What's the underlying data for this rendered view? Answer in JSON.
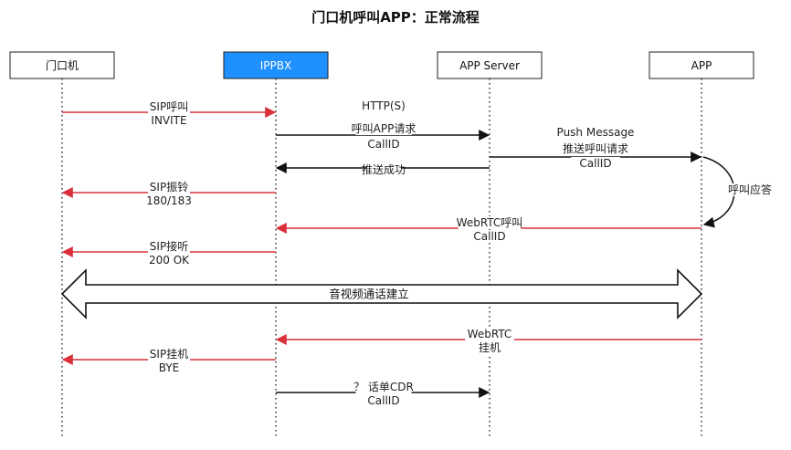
{
  "title": "门口机呼叫APP：正常流程",
  "colors": {
    "red": "#d9303a",
    "black": "#111111",
    "highlight": "#1e90ff"
  },
  "participants": [
    {
      "id": "door",
      "label": "门口机"
    },
    {
      "id": "ippbx",
      "label": "IPPBX",
      "highlight": true
    },
    {
      "id": "server",
      "label": "APP Server"
    },
    {
      "id": "app",
      "label": "APP"
    }
  ],
  "messages": [
    {
      "id": "sip-invite",
      "from": "door",
      "to": "ippbx",
      "color": "red",
      "lines": [
        "SIP呼叫",
        "INVITE"
      ]
    },
    {
      "id": "http-request",
      "from": "ippbx",
      "to": "server",
      "color": "black",
      "lines": [
        "HTTP(S)",
        "呼叫APP请求",
        "CallID"
      ]
    },
    {
      "id": "push-message",
      "from": "server",
      "to": "app",
      "color": "black",
      "lines": [
        "Push Message",
        "推送呼叫请求",
        "CallID"
      ]
    },
    {
      "id": "push-success",
      "from": "server",
      "to": "ippbx",
      "color": "black",
      "lines": [
        "推送成功"
      ]
    },
    {
      "id": "sip-ringing",
      "from": "ippbx",
      "to": "door",
      "color": "red",
      "lines": [
        "SIP振铃",
        "180/183"
      ]
    },
    {
      "id": "webrtc-call",
      "from": "app",
      "to": "ippbx",
      "color": "red",
      "lines": [
        "WebRTC呼叫",
        "CallID"
      ]
    },
    {
      "id": "sip-answer",
      "from": "ippbx",
      "to": "door",
      "color": "red",
      "lines": [
        "SIP接听",
        "200 OK"
      ]
    },
    {
      "id": "webrtc-hangup",
      "from": "app",
      "to": "ippbx",
      "color": "red",
      "lines": [
        "WebRTC",
        "挂机"
      ]
    },
    {
      "id": "sip-bye",
      "from": "ippbx",
      "to": "door",
      "color": "red",
      "lines": [
        "SIP挂机",
        "BYE"
      ]
    },
    {
      "id": "cdr",
      "from": "ippbx",
      "to": "server",
      "color": "black",
      "lines": [
        "？ 话单CDR",
        "CallID"
      ]
    }
  ],
  "self_call": {
    "id": "app-answer",
    "participant": "app",
    "label": "呼叫应答"
  },
  "media": {
    "from": "door",
    "to": "app",
    "label": "音视频通话建立"
  }
}
